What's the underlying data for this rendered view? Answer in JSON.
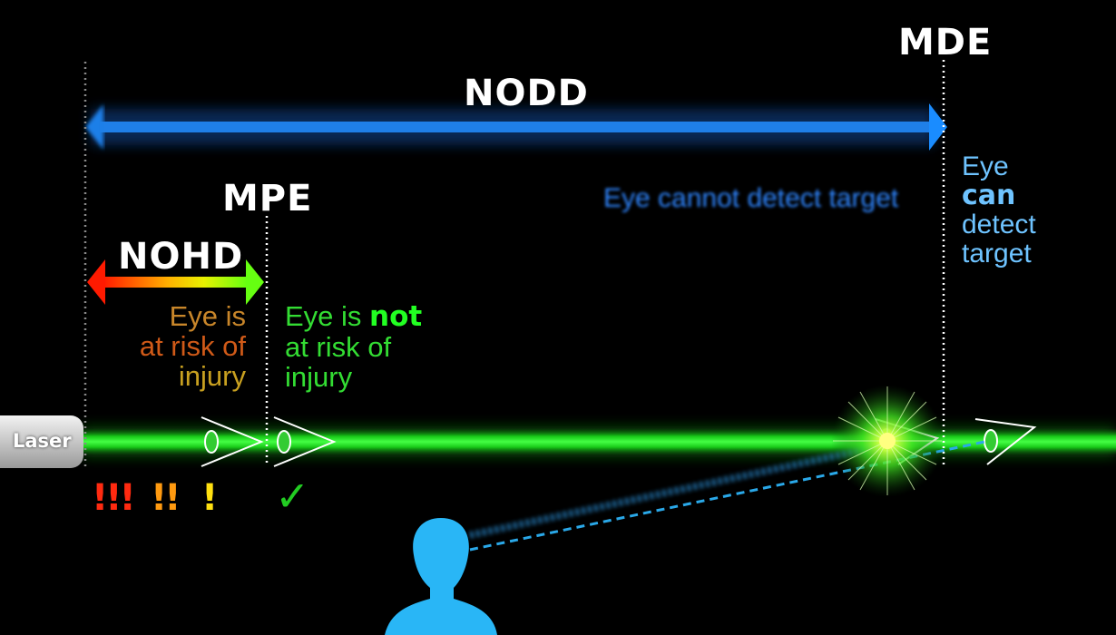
{
  "labels": {
    "mde": "MDE",
    "nodd": "NODD",
    "mpe": "MPE",
    "nohd": "NOHD",
    "laser": "Laser"
  },
  "text": {
    "risk": [
      "Eye is",
      "at risk of",
      "injury"
    ],
    "safe_prefix": "Eye is ",
    "safe_bold": "not",
    "safe_rest": [
      "at risk of",
      "injury"
    ],
    "cannot_detect": "Eye cannot detect target",
    "can_detect": [
      "Eye",
      "can",
      "detect",
      "target"
    ]
  },
  "markers": {
    "danger3": "!!!",
    "danger2": "!!",
    "danger1": "!",
    "safe": "✓"
  },
  "colors": {
    "background": "#000000",
    "beam": "#22ee22",
    "nodd_arrow": "#1a8cff",
    "text_blue": "#6ec3ff",
    "text_green": "#33dd33",
    "person": "#29b6f6"
  }
}
